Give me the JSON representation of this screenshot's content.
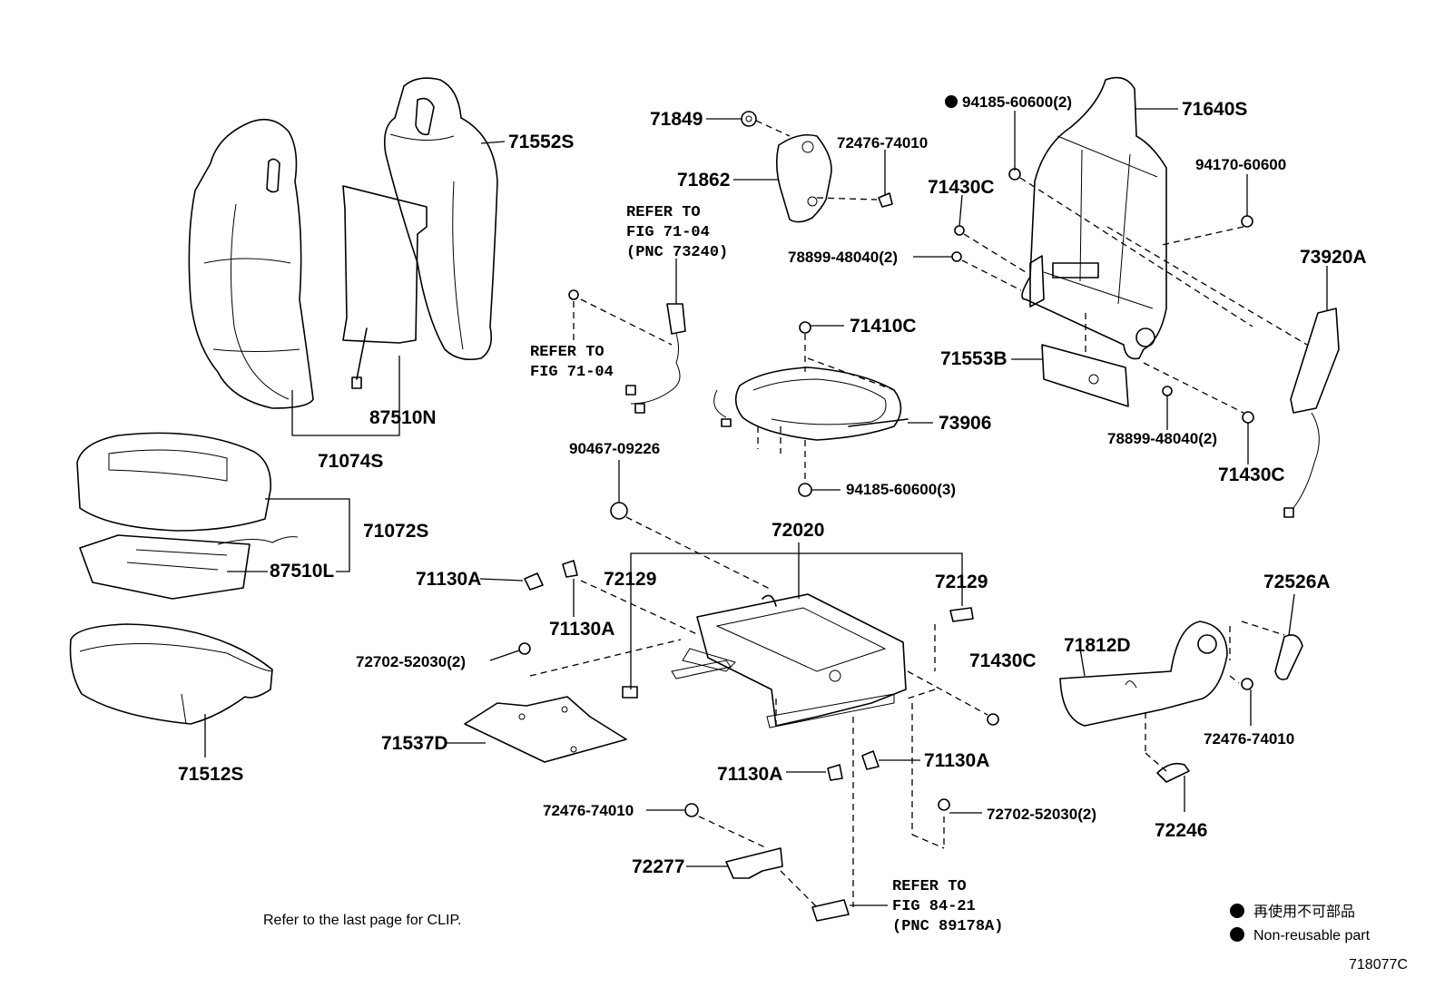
{
  "diagram": {
    "figure_code": "718077C",
    "footnote": "Refer to the last page for CLIP.",
    "legend": {
      "jp_label": "再使用不可部品",
      "en_label": "Non-reusable part"
    },
    "references": [
      {
        "line1": "REFER TO",
        "line2": "FIG 71-04",
        "line3": "(PNC 73240)"
      },
      {
        "line1": "REFER TO",
        "line2": "FIG 71-04"
      },
      {
        "line1": "REFER TO",
        "line2": "FIG 84-21",
        "line3": "(PNC 89178A)"
      }
    ],
    "parts": {
      "p71552S": "71552S",
      "p87510N": "87510N",
      "p71074S": "71074S",
      "p71072S": "71072S",
      "p87510L": "87510L",
      "p71512S": "71512S",
      "p71849": "71849",
      "p71862": "71862",
      "p72476_74010_a": "72476-74010",
      "p94185_60600_2": "94185-60600(2)",
      "p71640S": "71640S",
      "p71430C_a": "71430C",
      "p94170_60600": "94170-60600",
      "p78899_48040_2a": "78899-48040(2)",
      "p73920A": "73920A",
      "p71410C": "71410C",
      "p71553B": "71553B",
      "p73906": "73906",
      "p78899_48040_2b": "78899-48040(2)",
      "p71430C_b": "71430C",
      "p90467_09226": "90467-09226",
      "p94185_60600_3": "94185-60600(3)",
      "p72020": "72020",
      "p71130A_a": "71130A",
      "p72129_a": "72129",
      "p72129_b": "72129",
      "p72526A": "72526A",
      "p71130A_b": "71130A",
      "p72702_52030_2a": "72702-52030(2)",
      "p71430C_c": "71430C",
      "p71812D": "71812D",
      "p72476_74010_b": "72476-74010",
      "p71537D": "71537D",
      "p71130A_c": "71130A",
      "p71130A_d": "71130A",
      "p72476_74010_c": "72476-74010",
      "p72702_52030_2b": "72702-52030(2)",
      "p72246": "72246",
      "p72277": "72277"
    }
  }
}
